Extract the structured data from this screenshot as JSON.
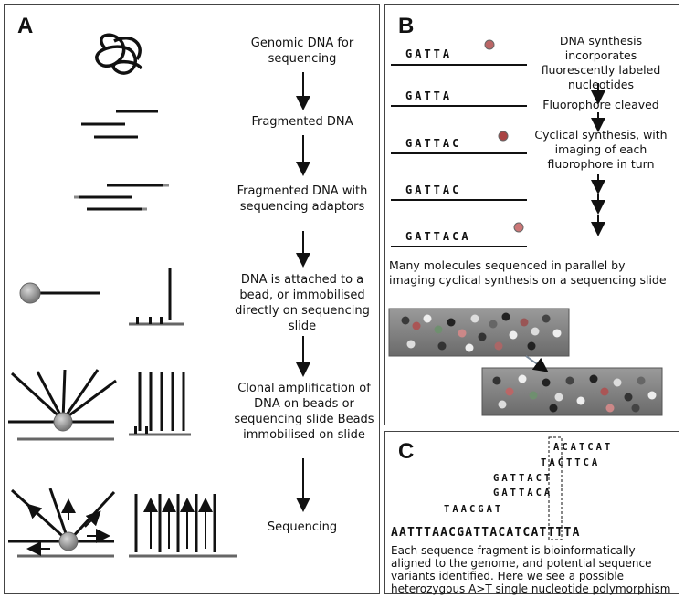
{
  "panel_a": {
    "label": "A",
    "steps": [
      "Genomic DNA for sequencing",
      "Fragmented DNA",
      "Fragmented DNA with sequencing adaptors",
      "DNA is attached to a bead, or immobilised directly on sequencing slide",
      "Clonal amplification of DNA on beads or sequencing slide Beads immobilised on slide",
      "Sequencing"
    ]
  },
  "panel_b": {
    "label": "B",
    "sequences": [
      "GATTA",
      "GATTA",
      "GATTAC",
      "GATTAC",
      "GATTACA"
    ],
    "texts": [
      "DNA synthesis incorporates fluorescently labeled nucleotides",
      "Fluorophore cleaved",
      "Cyclical synthesis, with imaging of each fluorophore in turn"
    ],
    "parallel_text": "Many molecules sequenced in parallel by imaging cyclical synthesis on a sequencing slide"
  },
  "panel_c": {
    "label": "C",
    "reads": [
      "ACATCAT",
      "TACTTCA",
      "GATTACT",
      "GATTACA",
      "TAACGAT"
    ],
    "reference": "AATTTAACGATTACATCATTTTA",
    "caption": "Each sequence fragment is bioinformatically aligned to the genome, and potential sequence variants identified. Here we see a possible heterozygous A>T single nucleotide polymorphism"
  }
}
